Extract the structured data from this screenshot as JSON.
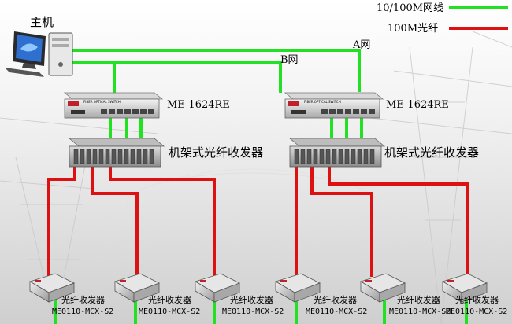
{
  "legend": {
    "network_cable": "10/100M网线",
    "fiber": "100M光纤"
  },
  "colors": {
    "network_cable": "#22e022",
    "fiber": "#dd1111"
  },
  "host_label": "主机",
  "network_a_label": "A网",
  "network_b_label": "B网",
  "switches": [
    {
      "label": "ME-1624RE",
      "panel_text": "FIBER OPTICAL SWITCH"
    },
    {
      "label": "ME-1624RE",
      "panel_text": "FIBER OPTICAL SWITCH"
    }
  ],
  "racks": [
    {
      "label": "机架式光纤收发器"
    },
    {
      "label": "机架式光纤收发器"
    }
  ],
  "converters": [
    {
      "name": "光纤收发器",
      "model": "ME0110-MCX-S2"
    },
    {
      "name": "光纤收发器",
      "model": "ME0110-MCX-S2"
    },
    {
      "name": "光纤收发器",
      "model": "ME0110-MCX-S2"
    },
    {
      "name": "光纤收发器",
      "model": "ME0110-MCX-S2"
    },
    {
      "name": "光纤收发器",
      "model": "ME0110-MCX-S2"
    },
    {
      "name": "光纤收发器",
      "model": "ME0110-MCX-S2"
    }
  ]
}
